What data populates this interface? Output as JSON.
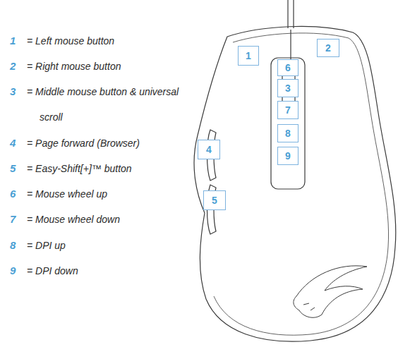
{
  "diagram": {
    "nodes": [
      {
        "text": [
          "1"
        ]
      },
      {
        "text": [
          "2"
        ]
      },
      {
        "text": [
          "6"
        ]
      },
      {
        "text": [
          "3"
        ]
      },
      {
        "text": [
          "7"
        ]
      },
      {
        "text": [
          "8"
        ]
      },
      {
        "text": [
          "9"
        ]
      },
      {
        "text": [
          "4"
        ]
      },
      {
        "text": [
          "5"
        ]
      }
    ],
    "labels": [
      "1",
      "= Left mouse button",
      "2",
      "= Right mouse button",
      "3",
      "= Middle mouse button & universal scroll",
      "4",
      "= Page forward (Browser)",
      "5",
      "= Easy-Shift[+]™ button",
      "6",
      "= Mouse wheel up",
      "7",
      "= Mouse wheel down",
      "8",
      "= DPI up",
      "9",
      "= DPI down"
    ]
  }
}
